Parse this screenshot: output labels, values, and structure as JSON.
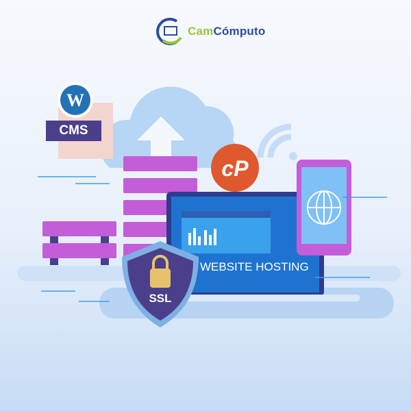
{
  "logo": {
    "prefix": "Cam",
    "suffix": "Cómputo"
  },
  "cms_label": "CMS",
  "ssl_label": "SSL",
  "hosting_label": "WEBSITE HOSTING",
  "colors": {
    "purple": "#4b3f8c",
    "magenta": "#d66fe6",
    "blue": "#1f73d0",
    "cpanel": "#e0582d",
    "green": "#9bc43a"
  }
}
